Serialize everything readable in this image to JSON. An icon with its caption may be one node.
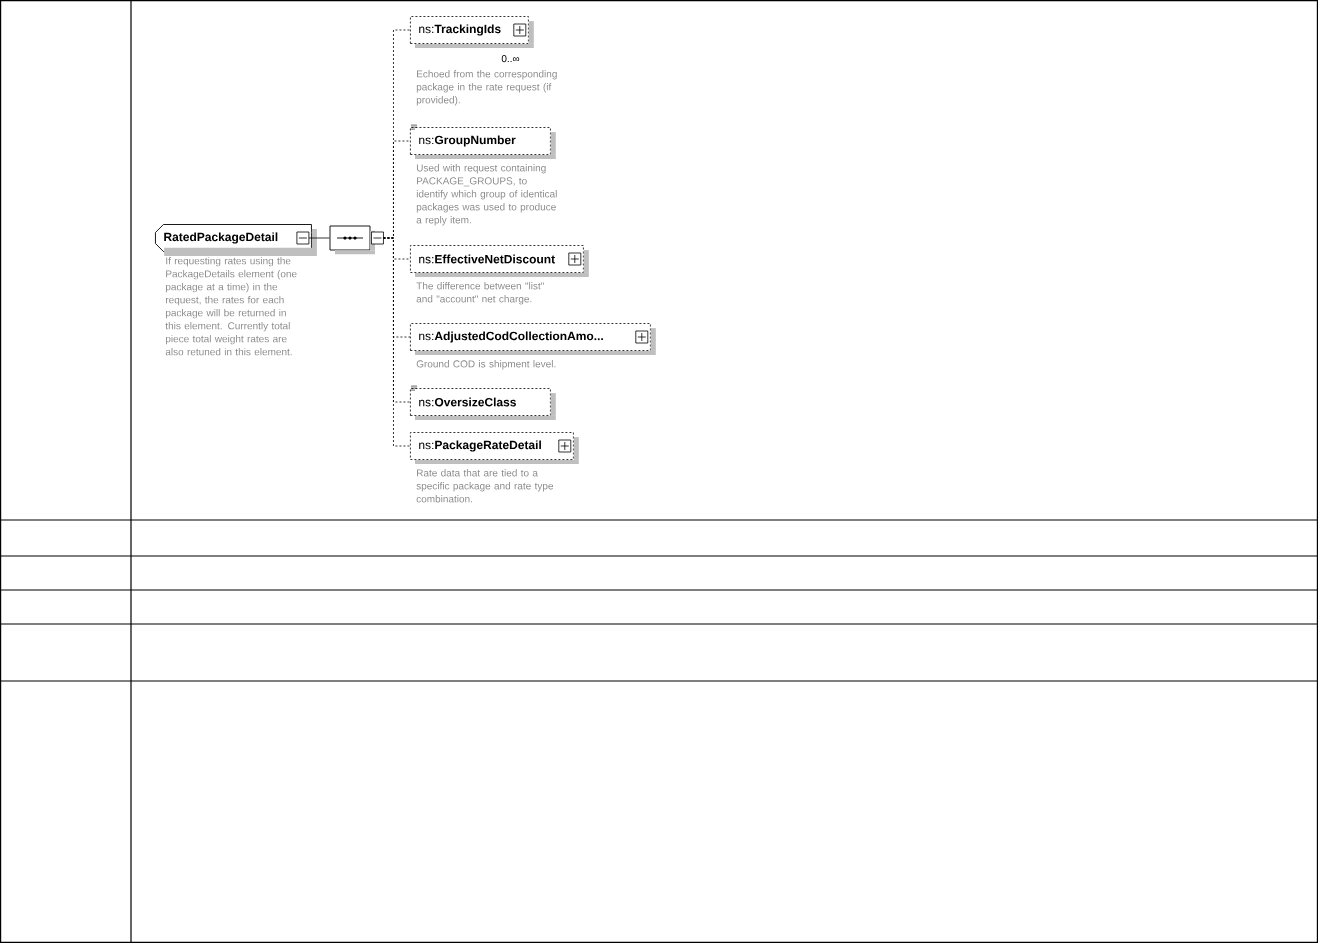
{
  "diagram": {
    "nodes": [
      {
        "text": [
          "RatedPackageDetail"
        ],
        "beside": [
          "If requesting rates using the PackageDetails element (one package at a time) in the request, the rates for each package will be returned in this element. Currently total piece total weight rates are also retuned in this element."
        ]
      },
      {
        "text": [],
        "shape": "octagon"
      },
      {
        "text": [
          "ns:**TrackingIds**"
        ],
        "beside": [
          "0..∞",
          "Echoed from the corresponding package in the rate request (if provided)."
        ]
      },
      {
        "text": [
          "ns:**GroupNumber**"
        ],
        "beside": [
          "Used with request containing PACKAGE_GROUPS, to identify which group of identical packages was used to produce a reply item."
        ]
      },
      {
        "text": [
          "ns:**EffectiveNetDiscount**"
        ],
        "beside": [
          "The difference between \"list\" and \"account\" net charge."
        ]
      },
      {
        "text": [
          "ns:**AdjustedCodCollectionAmo...**"
        ],
        "beside": [
          "Ground COD is shipment level."
        ]
      },
      {
        "text": [
          "ns:**OversizeClass**"
        ]
      },
      {
        "text": [
          "ns:**PackageRateDetail**"
        ],
        "beside": [
          "Rate data that are tied to a specific package and rate type combination."
        ]
      }
    ],
    "edges": [
      {
        "from": 0,
        "to": 1,
        "arrow": "none"
      },
      {
        "from": 1,
        "to": 2,
        "arrow": "none",
        "style": "dashed"
      },
      {
        "from": 1,
        "to": 3,
        "arrow": "none",
        "style": "dashed"
      },
      {
        "from": 1,
        "to": 4,
        "arrow": "none",
        "style": "dashed"
      },
      {
        "from": 1,
        "to": 5,
        "arrow": "none",
        "style": "dashed"
      },
      {
        "from": 1,
        "to": 6,
        "arrow": "none",
        "style": "dashed"
      },
      {
        "from": 1,
        "to": 7,
        "arrow": "none",
        "style": "dashed"
      }
    ]
  }
}
